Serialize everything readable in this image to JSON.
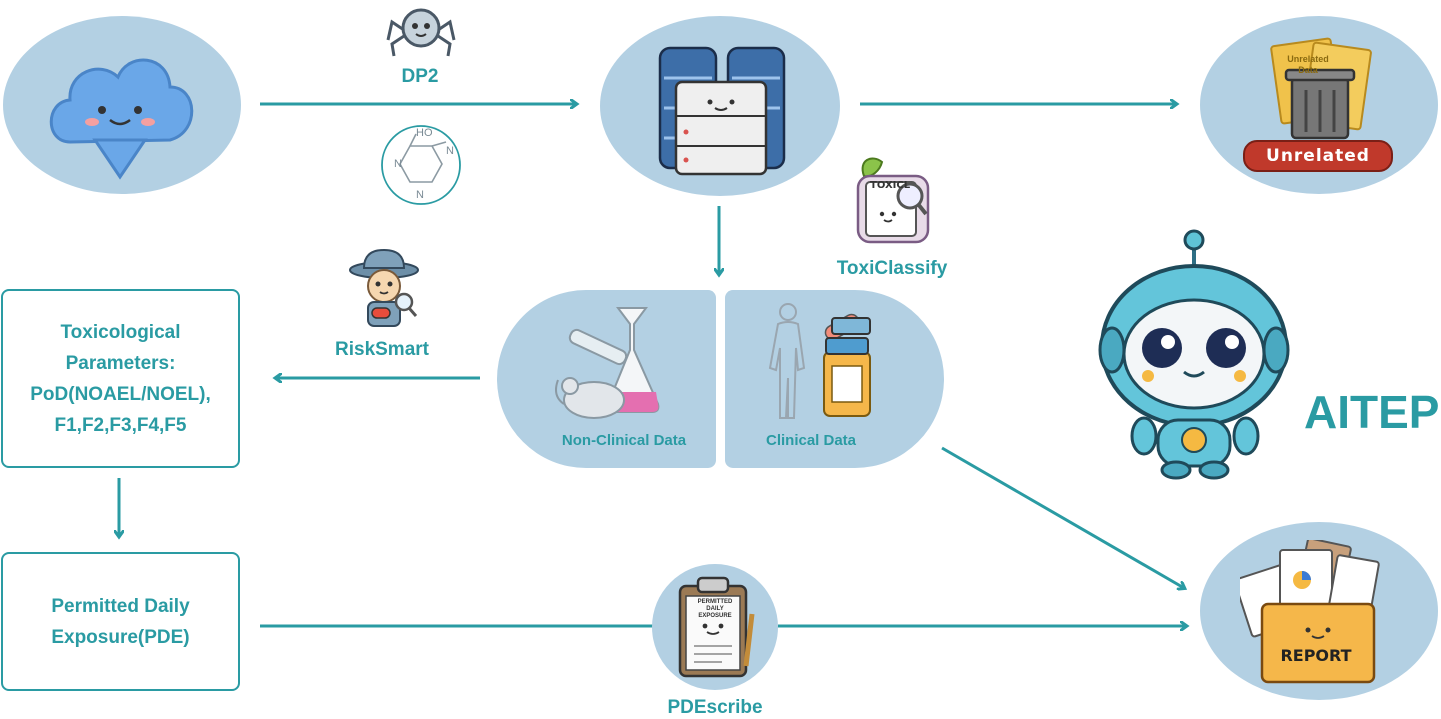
{
  "labels": {
    "dp2": "DP2",
    "toxiclassify": "ToxiClassify",
    "risksmart": "RiskSmart",
    "pdescribe": "PDEscribe",
    "non_clinical": "Non-Clinical Data",
    "clinical": "Clinical Data",
    "unrelated": "Unrelated",
    "unrelated_paper": "Unrelated Data",
    "report": "REPORT",
    "toxicl": "TOXICL",
    "permitted_form": "PERMITTED DAILY EXPOSURE",
    "aitep": "AITEP"
  },
  "boxes": {
    "tox_params": [
      "Toxicological",
      "Parameters:",
      "PoD(NOAEL/NOEL),",
      "F1,F2,F3,F4,F5"
    ],
    "pde": [
      "Permitted Daily",
      "Exposure(PDE)"
    ]
  },
  "molecule_atoms": [
    "HO",
    "N",
    "N",
    "N"
  ],
  "colors": {
    "accent": "#2a9ba3",
    "blob": "#b3d0e3",
    "unrelated_badge": "#c0392b"
  },
  "icons": [
    "cloud-download-icon",
    "spider-bot-icon",
    "molecule-icon",
    "database-servers-icon",
    "trash-can-icon",
    "toxiclassify-magnifier-icon",
    "detective-icon",
    "lab-flask-mouse-icon",
    "human-pills-icon",
    "robot-mascot-icon",
    "clipboard-icon",
    "report-folder-icon"
  ]
}
